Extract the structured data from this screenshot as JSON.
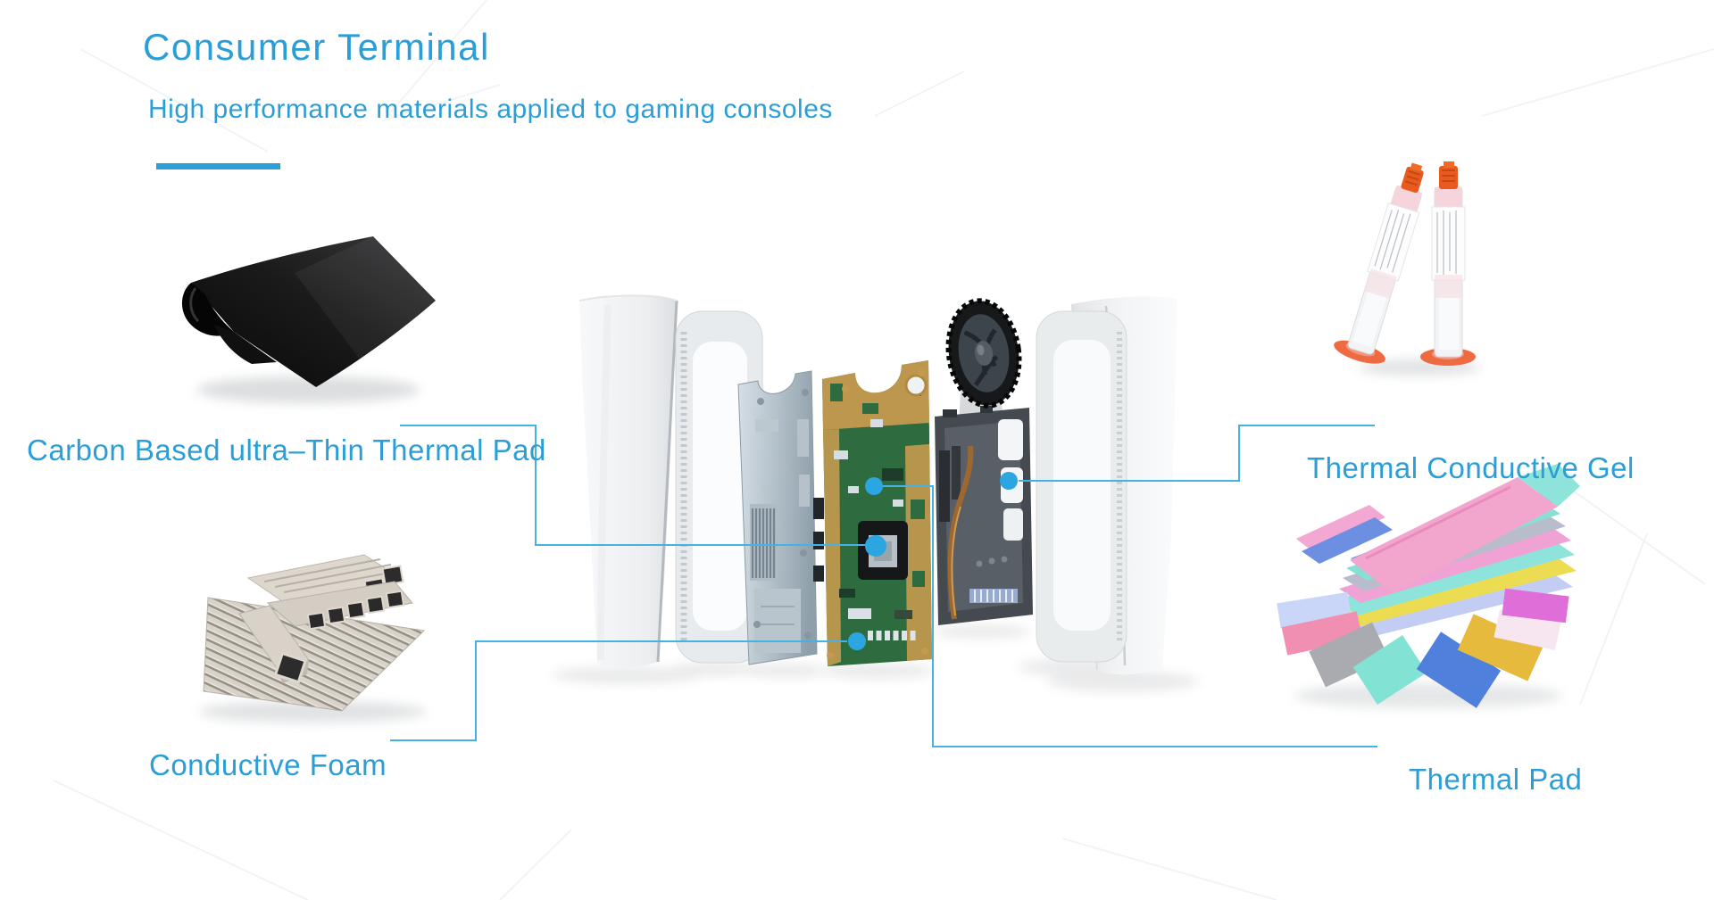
{
  "header": {
    "title": "Consumer Terminal",
    "subtitle": "High performance materials applied to gaming consoles"
  },
  "callouts": {
    "carbon_pad": {
      "label": "Carbon Based ultra–Thin Thermal Pad"
    },
    "conductive_foam": {
      "label": "Conductive Foam"
    },
    "thermal_gel": {
      "label": "Thermal Conductive Gel"
    },
    "thermal_pad": {
      "label": "Thermal Pad"
    }
  },
  "figures": {
    "console": "exploded-view-gaming-console",
    "carbon_pad_photo": "black-carbon-thermal-pad-sheet",
    "conductive_foam_photo": "conductive-foam-strips",
    "thermal_gel_photo": "thermal-gel-syringes",
    "thermal_pad_photo": "colorful-thermal-pad-sheets"
  },
  "colors": {
    "accent": "#2C9ED7",
    "callout_line": "#46B2E4",
    "callout_dot": "#2BA6E1",
    "underline": "#2B9FD9"
  }
}
